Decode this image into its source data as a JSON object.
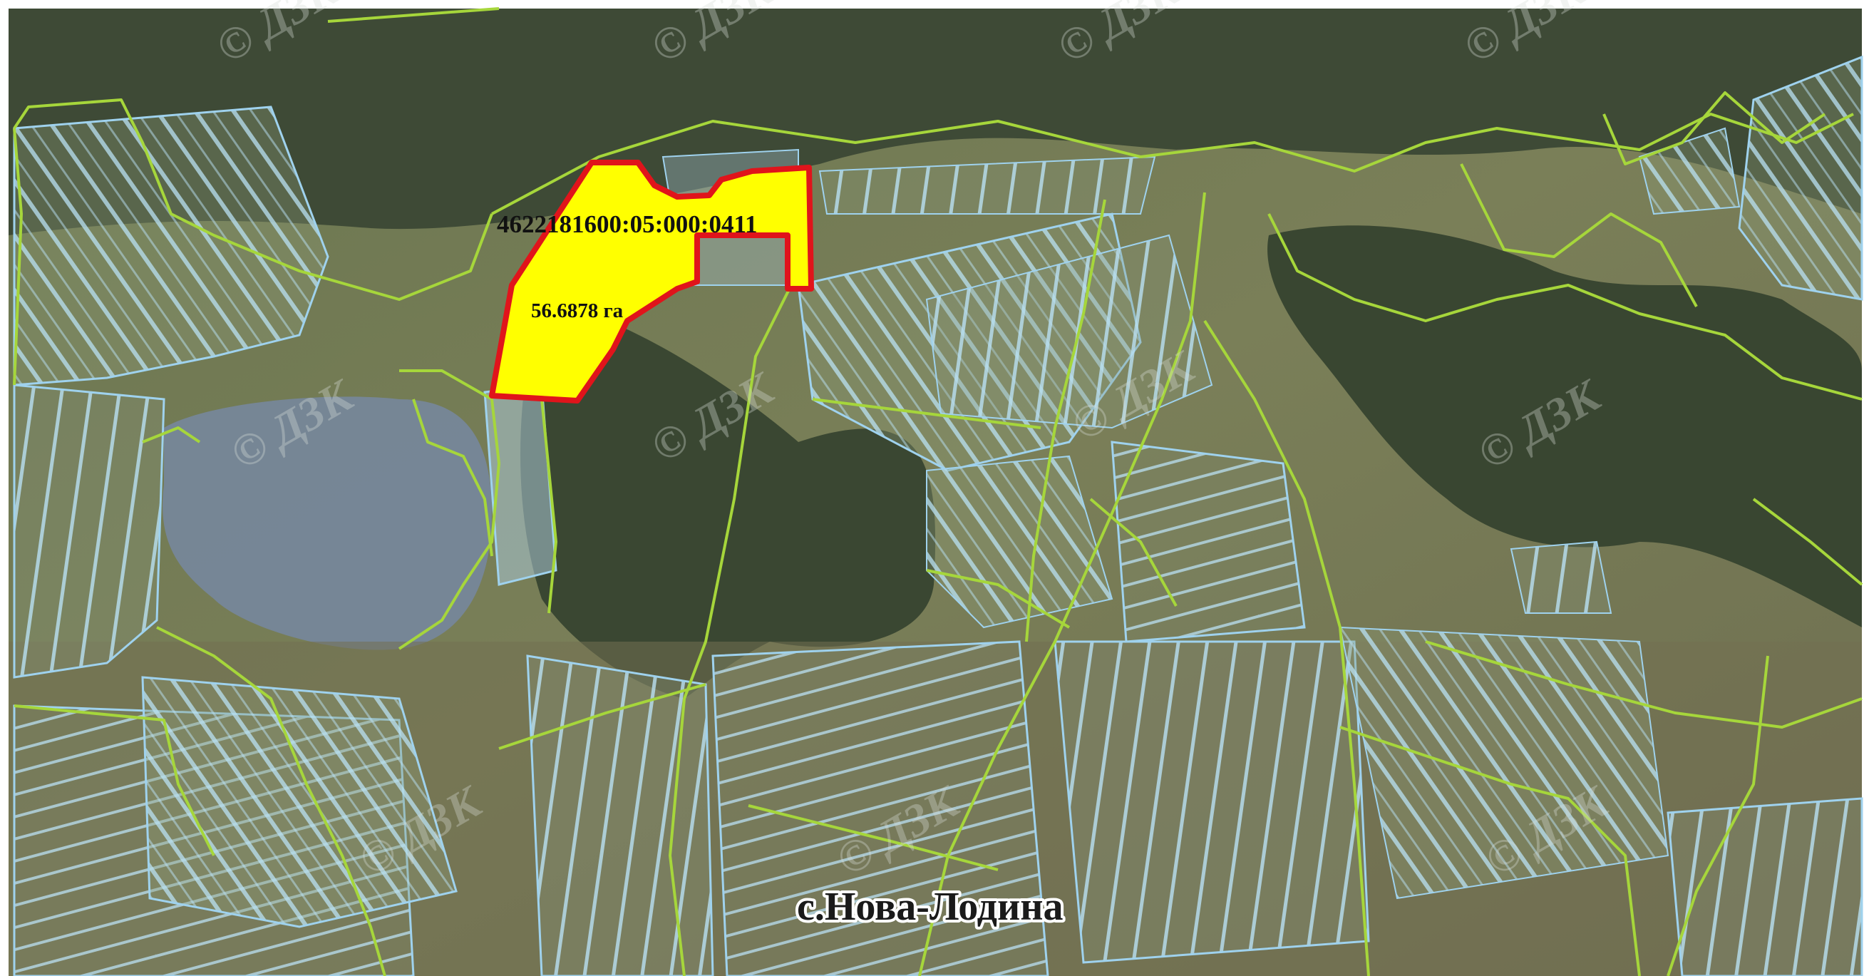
{
  "map": {
    "parcel_id": "4622181600:05:000:0411",
    "parcel_area": "56.6878 га",
    "village": "с.Нова-Лодина",
    "watermark": "© ДЗК",
    "colors": {
      "frame": "#ffffff",
      "selected_fill": "#ffff00",
      "selected_stroke": "#e0141b",
      "boundary": "#a6d63b",
      "plot": "#9fd2ee",
      "forest": "#3f4d38",
      "field": "#6f7a52",
      "lake": "#76879b"
    }
  }
}
